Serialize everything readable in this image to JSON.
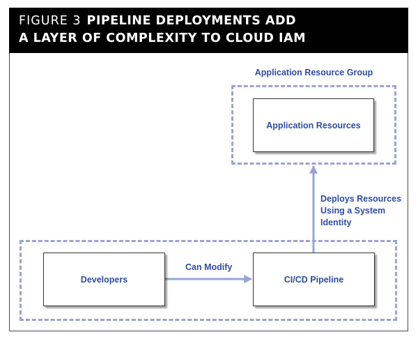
{
  "figure": {
    "prefix": "FIGURE 3",
    "title_line1": "PIPELINE DEPLOYMENTS ADD",
    "title_line2": "A LAYER OF COMPLEXITY TO CLOUD IAM"
  },
  "groups": {
    "app_group_label": "Application Resource Group"
  },
  "nodes": {
    "app_resources": "Application Resources",
    "developers": "Developers",
    "ci_pipeline": "CI/CD Pipeline"
  },
  "edges": {
    "can_modify": "Can Modify",
    "deploys_line1": "Deploys Resources",
    "deploys_line2": "Using a System",
    "deploys_line3": "Identity"
  },
  "colors": {
    "title_bg": "#000000",
    "label_blue": "#2f4da0",
    "dash_and_arrow": "#9aa3d4"
  }
}
